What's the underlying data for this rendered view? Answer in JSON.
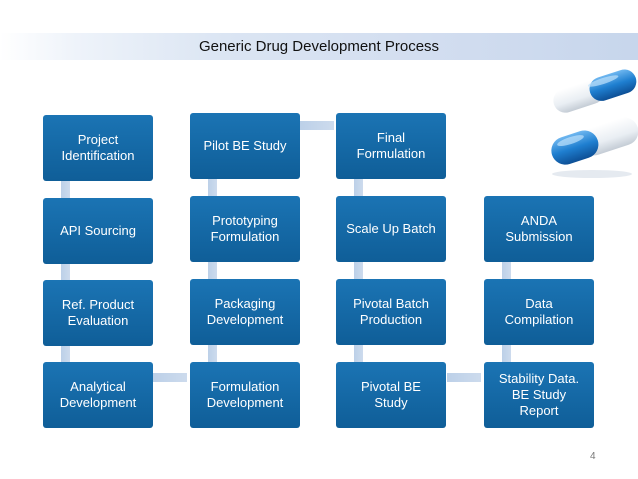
{
  "slide": {
    "title": "Generic Drug Development Process",
    "page_number": "4"
  },
  "flow": {
    "col1": {
      "project_identification": "Project\nIdentification",
      "api_sourcing": "API Sourcing",
      "ref_product_evaluation": "Ref. Product\nEvaluation",
      "analytical_development": "Analytical\nDevelopment"
    },
    "col2": {
      "pilot_be_study": "Pilot BE Study",
      "prototyping_formulation": "Prototyping\nFormulation",
      "packaging_development": "Packaging\nDevelopment",
      "formulation_development": "Formulation\nDevelopment"
    },
    "col3": {
      "final_formulation": "Final\nFormulation",
      "scale_up_batch": "Scale Up Batch",
      "pivotal_batch_production": "Pivotal Batch\nProduction",
      "pivotal_be_study": "Pivotal BE\nStudy"
    },
    "col4": {
      "anda_submission": "ANDA\nSubmission",
      "data_compilation": "Data\nCompilation",
      "stability_data_report": "Stability Data.\nBE Study\nReport"
    }
  },
  "colors": {
    "box_fill": "#1565a6",
    "connector": "#c5d6ec",
    "title_bar": "#d3def0"
  },
  "decoration": {
    "image_icon": "capsule-pills-image"
  }
}
